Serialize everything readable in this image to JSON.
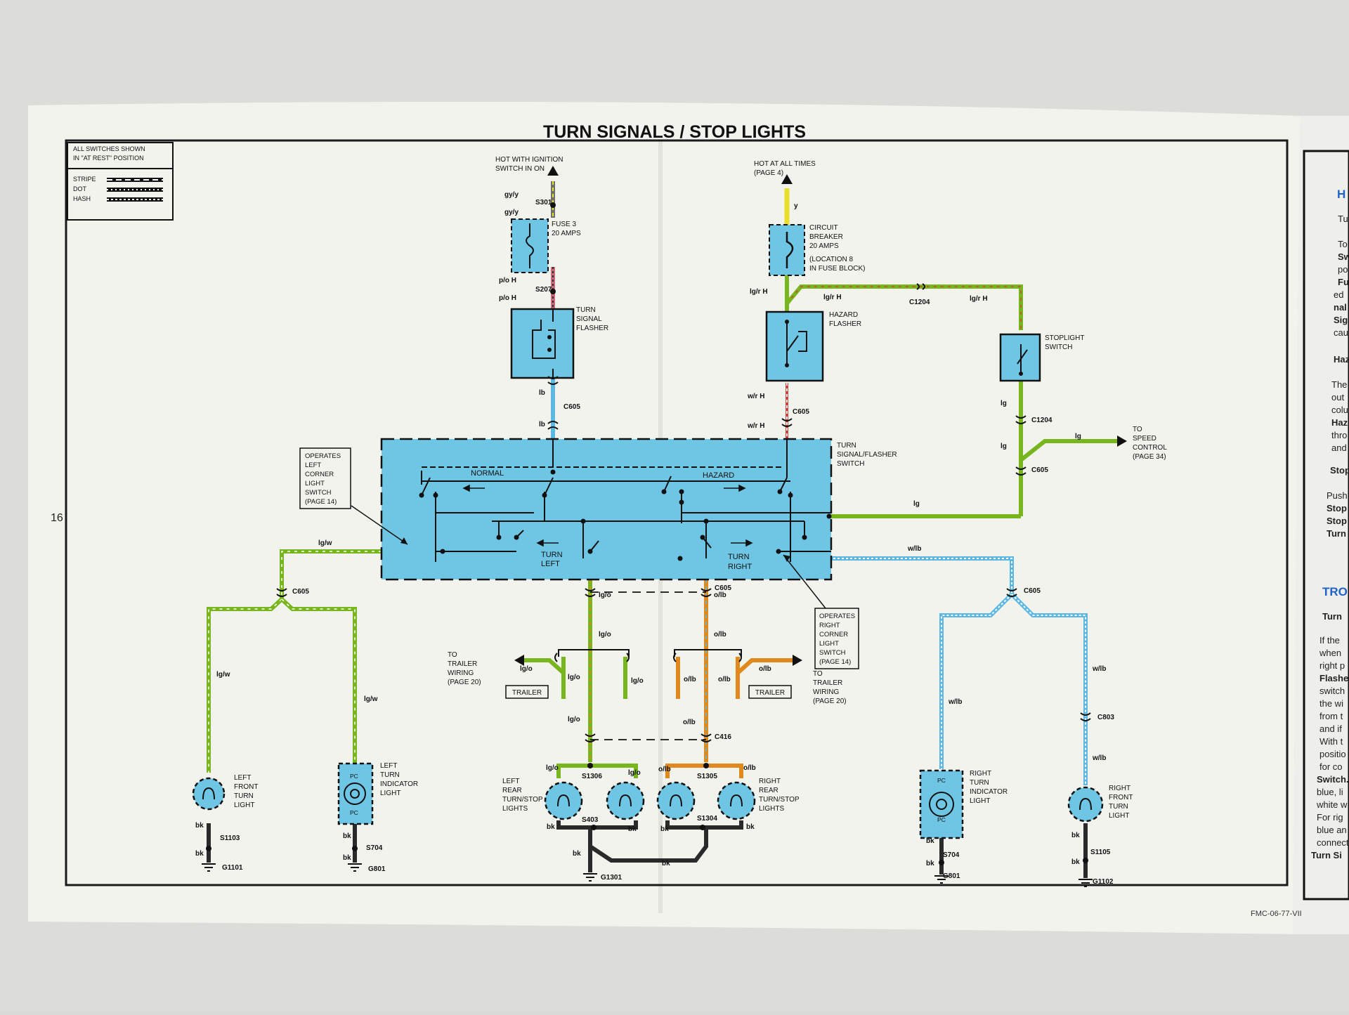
{
  "page": {
    "title": "TURN SIGNALS / STOP LIGHTS",
    "page_number": "16",
    "doc_code": "FMC-06-77-VII"
  },
  "legend": {
    "note_line1": "ALL SWITCHES SHOWN",
    "note_line2": "IN \"AT REST\" POSITION",
    "stripe": "STRIPE",
    "dot": "DOT",
    "hash": "HASH"
  },
  "sources": {
    "ignition_line1": "HOT WITH IGNITION",
    "ignition_line2": "SWITCH IN ON",
    "always_line1": "HOT AT ALL TIMES",
    "always_line2": "(PAGE 4)"
  },
  "components": {
    "fuse_line1": "FUSE 3",
    "fuse_line2": "20 AMPS",
    "breaker_line1": "CIRCUIT",
    "breaker_line2": "BREAKER",
    "breaker_line3": "20 AMPS",
    "breaker_line4": "(LOCATION 8",
    "breaker_line5": "IN FUSE BLOCK)",
    "turn_flasher_line1": "TURN",
    "turn_flasher_line2": "SIGNAL",
    "turn_flasher_line3": "FLASHER",
    "hazard_flasher_line1": "HAZARD",
    "hazard_flasher_line2": "FLASHER",
    "stoplight_line1": "STOPLIGHT",
    "stoplight_line2": "SWITCH",
    "main_switch_line1": "TURN",
    "main_switch_line2": "SIGNAL/FLASHER",
    "main_switch_line3": "SWITCH",
    "normal": "NORMAL",
    "hazard": "HAZARD",
    "turn_left_line1": "TURN",
    "turn_left_line2": "LEFT",
    "turn_right_line1": "TURN",
    "turn_right_line2": "RIGHT",
    "speed_line1": "TO",
    "speed_line2": "SPEED",
    "speed_line3": "CONTROL",
    "speed_line4": "(PAGE 34)"
  },
  "callouts": {
    "left_corner": [
      "OPERATES",
      "LEFT",
      "CORNER",
      "LIGHT",
      "SWITCH",
      "(PAGE 14)"
    ],
    "right_corner": [
      "OPERATES",
      "RIGHT",
      "CORNER",
      "LIGHT",
      "SWITCH",
      "(PAGE 14)"
    ]
  },
  "trailer": {
    "left_line1": "TO",
    "left_line2": "TRAILER",
    "left_line3": "WIRING",
    "left_line4": "(PAGE 20)",
    "right_line1": "TO",
    "right_line2": "TRAILER",
    "right_line3": "WIRING",
    "right_line4": "(PAGE 20)",
    "box_label": "TRAILER"
  },
  "lights": {
    "lf_line1": "LEFT",
    "lf_line2": "FRONT",
    "lf_line3": "TURN",
    "lf_line4": "LIGHT",
    "li_line1": "LEFT",
    "li_line2": "TURN",
    "li_line3": "INDICATOR",
    "li_line4": "LIGHT",
    "lr_line1": "LEFT",
    "lr_line2": "REAR",
    "lr_line3": "TURN/STOP",
    "lr_line4": "LIGHTS",
    "rr_line1": "RIGHT",
    "rr_line2": "REAR",
    "rr_line3": "TURN/STOP",
    "rr_line4": "LIGHTS",
    "ri_line1": "RIGHT",
    "ri_line2": "TURN",
    "ri_line3": "INDICATOR",
    "ri_line4": "LIGHT",
    "rf_line1": "RIGHT",
    "rf_line2": "FRONT",
    "rf_line3": "TURN",
    "rf_line4": "LIGHT",
    "pc": "PC"
  },
  "connectors": {
    "s301": "S301",
    "s207": "S207",
    "c605": "C605",
    "c1204": "C1204",
    "c416": "C416",
    "c803": "C803",
    "s1306": "S1306",
    "s1305": "S1305",
    "s403": "S403",
    "s1304": "S1304",
    "s1103": "S1103",
    "s704": "S704",
    "s1105": "S1105",
    "g1101": "G1101",
    "g801": "G801",
    "g1301": "G1301",
    "g1102": "G1102"
  },
  "wires": {
    "gyy": "gy/y",
    "y": "y",
    "poh": "p/o H",
    "lgrh": "lg/r H",
    "wrh": "w/r H",
    "lb": "lb",
    "lg": "lg",
    "lgw": "lg/w",
    "wlb": "w/lb",
    "lgo": "lg/o",
    "olb": "o/lb",
    "bk": "bk"
  },
  "side_page": {
    "lines": [
      "H",
      "Tu",
      "To",
      "Sw",
      "po",
      "Fu",
      "ed",
      "nal",
      "Sig",
      "cau",
      "Haz",
      "The",
      "out",
      "colu",
      "Haz",
      "thro",
      "and",
      "Stop",
      "Push",
      "Stop",
      "Stop",
      "Turn",
      "TRO",
      "Turn",
      "If the",
      "when",
      "right p",
      "Flashe",
      "switch",
      "the wi",
      "from t",
      "and if",
      "With t",
      "positio",
      "for co",
      "Switch.",
      "blue, li",
      "white w",
      "For rig",
      "blue an",
      "connect",
      "Turn Si"
    ]
  },
  "colors": {
    "blue_box": "#6ec6e4",
    "green_wire": "#79b51c",
    "orange_wire": "#e08a1e",
    "light_blue_wire": "#5cb7e3",
    "yellow_wire": "#e9df2a",
    "pink_wire": "#c86a7c",
    "dark_wire": "#2a2a2a",
    "page": "#f4f4ef",
    "side_heading": "#1e63c8"
  }
}
